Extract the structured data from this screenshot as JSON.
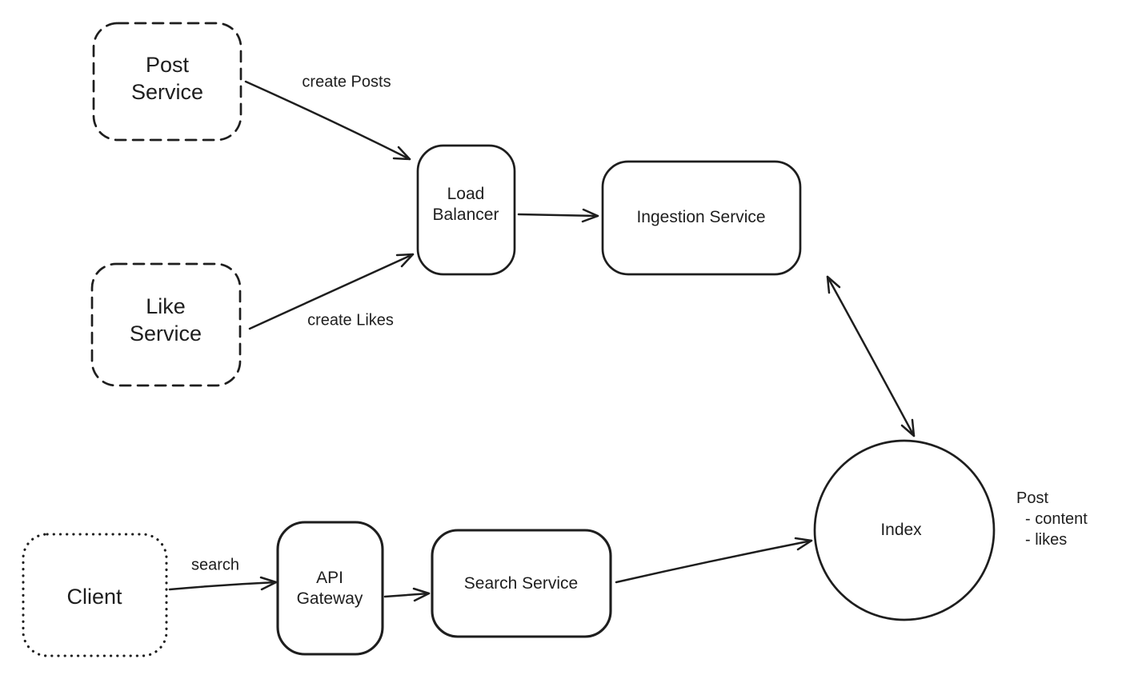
{
  "colors": {
    "background": "#ffffff",
    "stroke": "#1e1e1e",
    "text": "#1e1e1e"
  },
  "nodes": {
    "post_service": {
      "lines": [
        "Post",
        "Service"
      ],
      "shape": "rounded-rectangle",
      "border_style": "dashed"
    },
    "like_service": {
      "lines": [
        "Like",
        "Service"
      ],
      "shape": "rounded-rectangle",
      "border_style": "dashed"
    },
    "client": {
      "lines": [
        "Client"
      ],
      "shape": "rounded-rectangle",
      "border_style": "dotted"
    },
    "load_balancer": {
      "lines": [
        "Load",
        "Balancer"
      ],
      "shape": "rounded-rectangle",
      "border_style": "solid"
    },
    "ingestion_service": {
      "lines": [
        "Ingestion Service"
      ],
      "shape": "rounded-rectangle",
      "border_style": "solid"
    },
    "api_gateway": {
      "lines": [
        "API",
        "Gateway"
      ],
      "shape": "rounded-rectangle",
      "border_style": "solid"
    },
    "search_service": {
      "lines": [
        "Search Service"
      ],
      "shape": "rounded-rectangle",
      "border_style": "solid"
    },
    "index": {
      "lines": [
        "Index"
      ],
      "shape": "circle",
      "border_style": "solid"
    }
  },
  "edges": [
    {
      "from": "post_service",
      "to": "load_balancer",
      "label": "create Posts",
      "arrow": "one-way"
    },
    {
      "from": "like_service",
      "to": "load_balancer",
      "label": "create Likes",
      "arrow": "one-way"
    },
    {
      "from": "load_balancer",
      "to": "ingestion_service",
      "label": "",
      "arrow": "one-way"
    },
    {
      "from": "ingestion_service",
      "to": "index",
      "label": "",
      "arrow": "two-way"
    },
    {
      "from": "client",
      "to": "api_gateway",
      "label": "search",
      "arrow": "one-way"
    },
    {
      "from": "api_gateway",
      "to": "search_service",
      "label": "",
      "arrow": "one-way"
    },
    {
      "from": "search_service",
      "to": "index",
      "label": "",
      "arrow": "one-way"
    }
  ],
  "annotation": {
    "target": "index",
    "lines": [
      "Post",
      "- content",
      "- likes"
    ]
  }
}
